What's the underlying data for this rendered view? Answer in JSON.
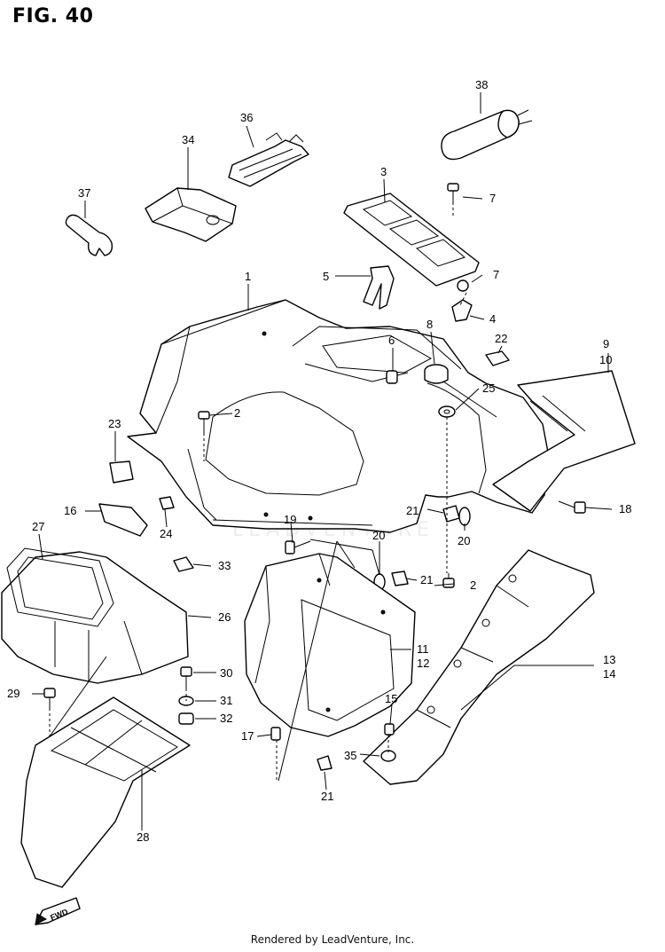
{
  "figure": {
    "title": "FIG. 40"
  },
  "footer": {
    "credit": "Rendered by LeadVenture, Inc."
  },
  "watermark": {
    "text": "LEADVENTURE"
  },
  "direction_marker": {
    "text": "FWD",
    "icon": "fwd-arrow-icon"
  },
  "callouts": [
    "38",
    "36",
    "34",
    "37",
    "3",
    "7",
    "5",
    "7",
    "4",
    "1",
    "8",
    "6",
    "22",
    "9",
    "10",
    "2",
    "25",
    "23",
    "16",
    "24",
    "21",
    "20",
    "18",
    "27",
    "33",
    "19",
    "20",
    "21",
    "2",
    "26",
    "11",
    "12",
    "13",
    "14",
    "30",
    "31",
    "32",
    "29",
    "15",
    "17",
    "35",
    "21",
    "28"
  ]
}
